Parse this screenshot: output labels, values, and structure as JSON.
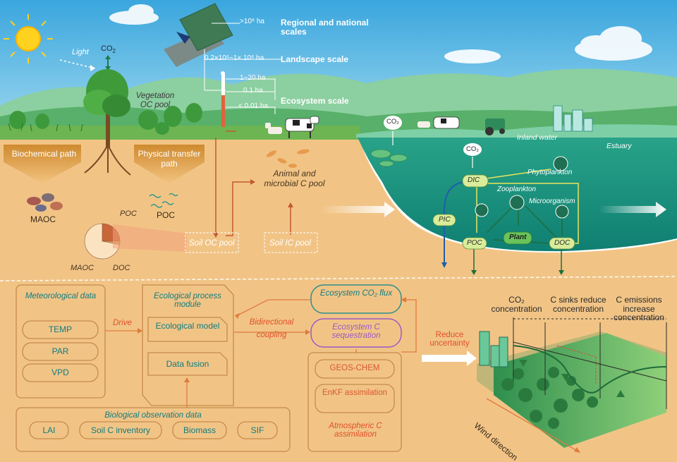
{
  "scales": {
    "s1_area": ">10⁶ ha",
    "s1_label": "Regional and national scales",
    "s2_area": "0.2×10⁶~1× 10⁶ ha",
    "s2_label": "Landscape scale",
    "s3_area_a": "1~20 ha",
    "s3_area_b": "0.1 ha",
    "s3_area_c": "< 0.01 ha",
    "s3_label": "Ecosystem scale"
  },
  "top_left": {
    "light": "Light",
    "co2": "CO",
    "co2_sub": "2",
    "vegetation_pool": "Vegetation OC pool"
  },
  "soil": {
    "biochemical_path": "Biochemical path",
    "physical_path": "Physical transfer path",
    "maoc": "MAOC",
    "poc": "POC",
    "pie_poc": "POC",
    "pie_maoc": "MAOC",
    "pie_doc": "DOC",
    "animal_pool": "Animal and microbial C pool",
    "soil_oc_pool": "Soil OC pool",
    "soil_ic_pool": "Soil IC pool",
    "pie_shares": {
      "MAOC": 0.72,
      "POC": 0.25,
      "DOC": 0.03
    }
  },
  "aquatic": {
    "co2_a": "CO₂",
    "co2_b": "CO₂",
    "inland_water": "Inland water",
    "estuary": "Estuary",
    "dic": "DIC",
    "phytoplankton": "Phytoplankton",
    "zooplankton": "Zooplankton",
    "microorganism": "Microorganism",
    "pic": "PIC",
    "poc": "POC",
    "plant": "Plant",
    "doc": "DOC"
  },
  "framework": {
    "met_title": "Meteorological data",
    "temp": "TEMP",
    "par": "PAR",
    "vpd": "VPD",
    "drive": "Drive",
    "module_title": "Ecological process module",
    "ecological_model": "Ecological model",
    "data_fusion": "Data fusion",
    "bidirectional": "Bidirectional coupling",
    "co2_flux": "Ecosystem CO₂ flux",
    "c_sequestration": "Ecosystem C sequestration",
    "geos": "GEOS-CHEM",
    "enkf": "EnKF assimilation",
    "atm_assim": "Atmospheric C assimilation",
    "reduce_uncertainty": "Reduce uncertainty",
    "bio_title": "Biological observation data",
    "lai": "LAI",
    "soil_inventory": "Soil C inventory",
    "biomass": "Biomass",
    "sif": "SIF"
  },
  "concentration": {
    "co2_conc": "CO₂ concentration",
    "sinks": "C sinks reduce concentration",
    "emissions": "C emissions increase concentration",
    "wind": "Wind direction"
  },
  "colors": {
    "sky": "#5ab8e0",
    "soil": "#f1c486",
    "water": "#1d9c82",
    "teal_text": "#0f7c80",
    "orange_text": "#e24f2a",
    "purple_text": "#9b5ac4"
  }
}
